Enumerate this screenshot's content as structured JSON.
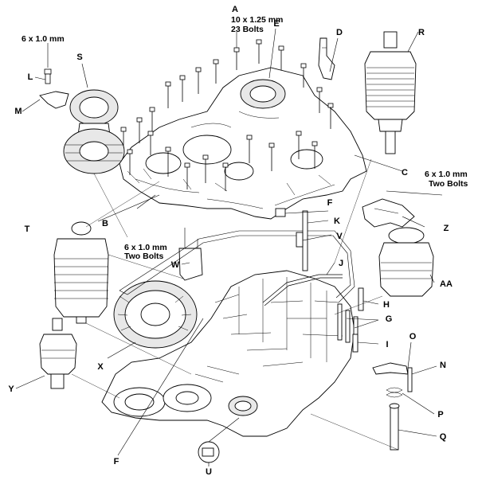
{
  "labels": {
    "A": "A",
    "B": "B",
    "C": "C",
    "D": "D",
    "E": "E",
    "F_top": "F",
    "F_bottom": "F",
    "G": "G",
    "H": "H",
    "I": "I",
    "J": "J",
    "K": "K",
    "L": "L",
    "M": "M",
    "N": "N",
    "O": "O",
    "P": "P",
    "Q": "Q",
    "R": "R",
    "S": "S",
    "T": "T",
    "U": "U",
    "V": "V",
    "W": "W",
    "X": "X",
    "Y": "Y",
    "Z": "Z",
    "AA": "AA"
  },
  "specs": {
    "a_size": "10 x 1.25 mm",
    "a_count": "23 Bolts",
    "l_size": "6 x 1.0 mm",
    "w_size": "6 x 1.0 mm",
    "w_count": "Two Bolts",
    "z_size": "6 x 1.0 mm",
    "z_count": "Two Bolts"
  }
}
